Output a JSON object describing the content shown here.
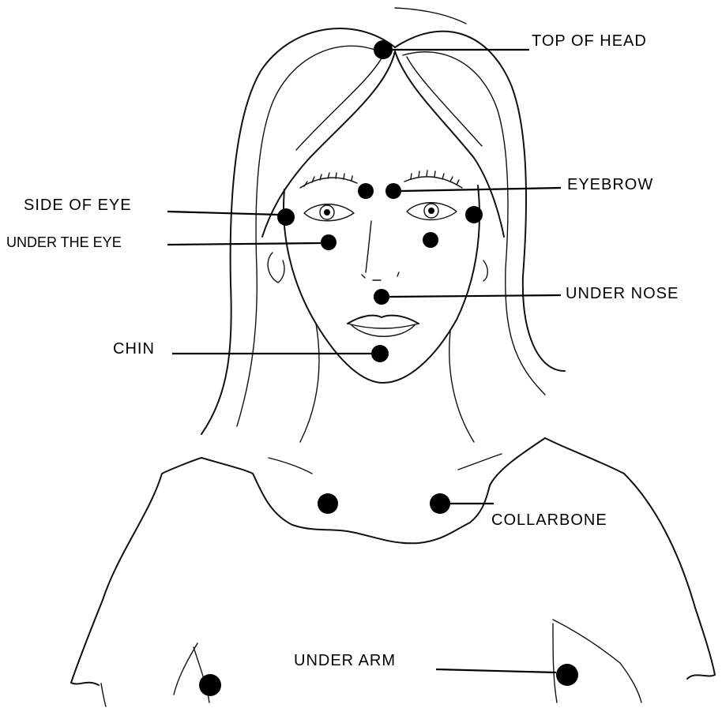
{
  "diagram": {
    "colors": {
      "ink": "#000000",
      "background": "#ffffff"
    },
    "labels": {
      "top_of_head": "TOP OF HEAD",
      "eyebrow": "EYEBROW",
      "side_of_eye": "SIDE OF EYE",
      "under_the_eye": "UNDER THE EYE",
      "under_nose": "UNDER NOSE",
      "chin": "CHIN",
      "collarbone": "COLLARBONE",
      "under_arm": "UNDER ARM"
    }
  }
}
